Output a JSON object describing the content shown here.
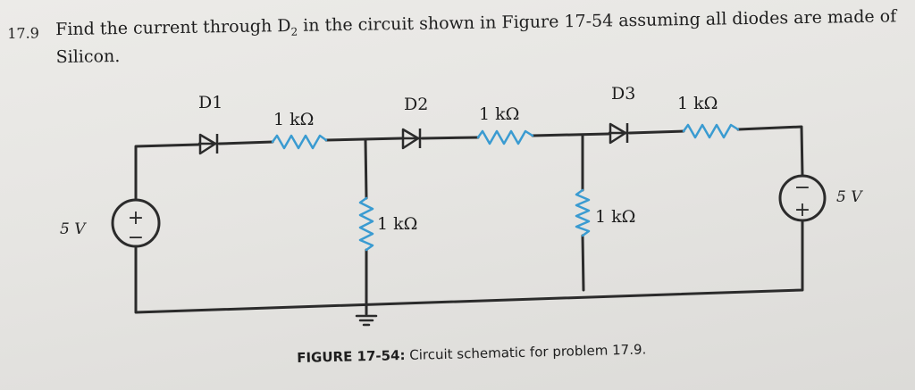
{
  "problem": {
    "number": "17.9",
    "text_before_sub": "Find the current through D",
    "sub": "2",
    "text_after_sub": " in the circuit shown in Figure 17-54 assuming all diodes are made of",
    "text_line2": "Silicon."
  },
  "figure": {
    "labels": {
      "d1": "D1",
      "d2": "D2",
      "d3": "D3",
      "r_top1": "1 kΩ",
      "r_top2": "1 kΩ",
      "r_top3": "1 kΩ",
      "r_mid1": "1 kΩ",
      "r_mid2": "1 kΩ",
      "source_left": "5 V",
      "source_right": "5 V",
      "plus": "+",
      "minus": "−"
    },
    "colors": {
      "wire": "#2b2b2b",
      "resistor": "#3a9bd1"
    }
  },
  "caption": {
    "label": "FIGURE 17-54:",
    "text": " Circuit schematic for problem 17.9."
  }
}
